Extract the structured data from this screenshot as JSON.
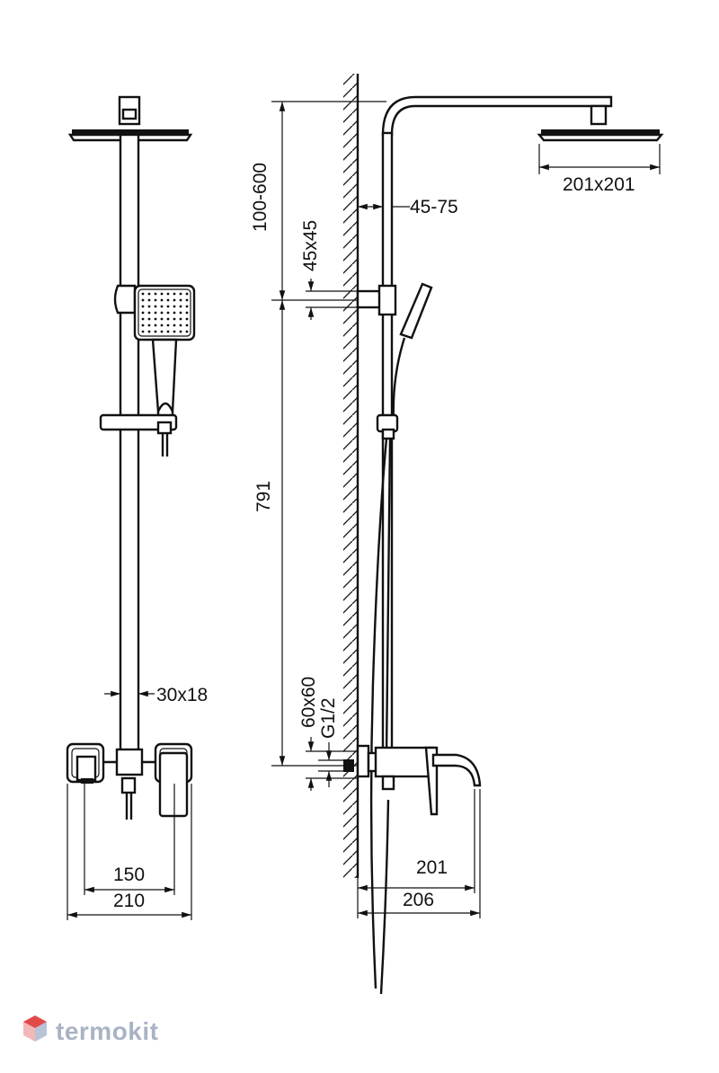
{
  "dimensions": {
    "head_size": "201x201",
    "arm_offset": "45-75",
    "height_range": "100-600",
    "bracket": "45x45",
    "bar_length": "791",
    "mixer_block": "60x60",
    "thread": "G1/2",
    "tube": "30x18",
    "inlet_spacing": "150",
    "mixer_width": "210",
    "spout_reach": "201",
    "total_depth": "206"
  },
  "brand": {
    "name": "termokit",
    "logo_color": "#e24a4a",
    "text_color": "#a9b3c4"
  }
}
